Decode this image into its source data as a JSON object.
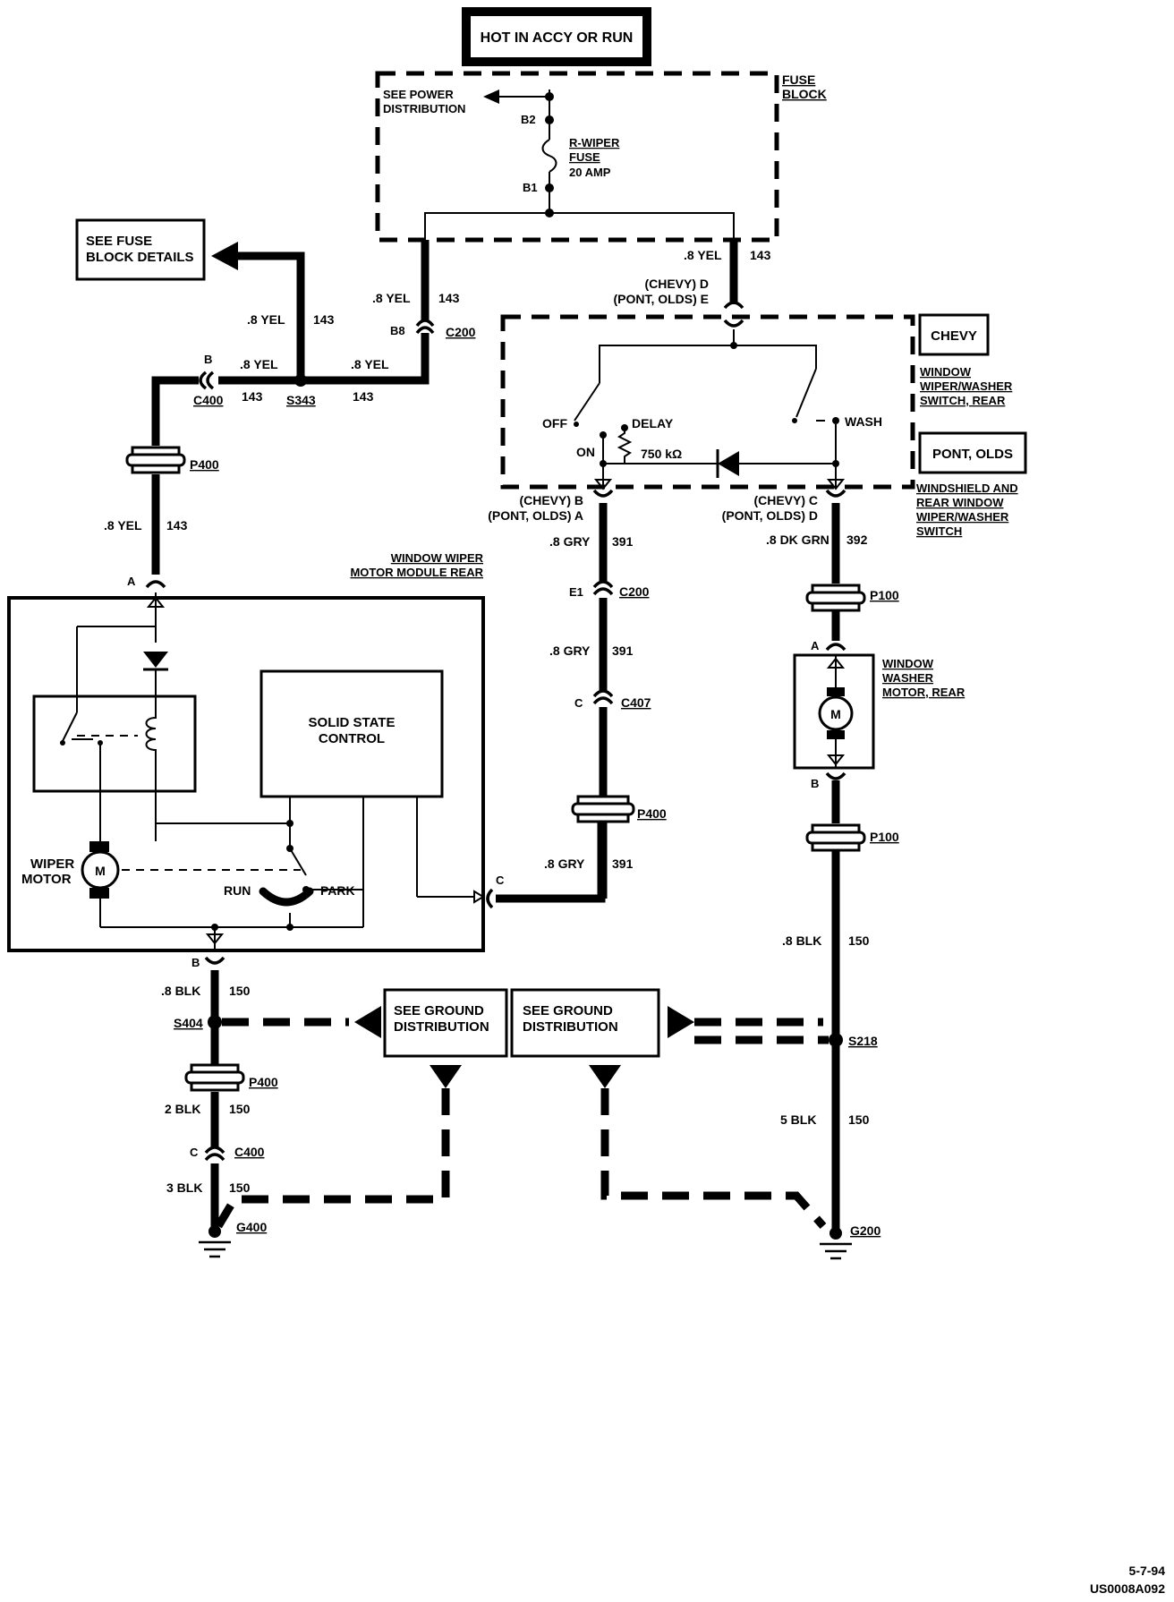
{
  "title": "HOT IN ACCY OR RUN",
  "fuse_block": {
    "label": [
      "FUSE",
      "BLOCK"
    ],
    "see_power": [
      "SEE POWER",
      "DISTRIBUTION"
    ],
    "terminal_b2": "B2",
    "terminal_b1": "B1",
    "fuse_label": [
      "R-WIPER",
      "FUSE",
      "20 AMP"
    ]
  },
  "see_fuse_block": [
    "SEE FUSE",
    "BLOCK DETAILS"
  ],
  "wires": {
    "yel_size": ".8 YEL",
    "yel_circuit": "143",
    "gry_size": ".8 GRY",
    "gry_circuit": "391",
    "dkgrn_size": ".8 DK GRN",
    "dkgrn_circuit": "392",
    "blk8_size": ".8 BLK",
    "blk_circuit": "150",
    "blk2_size": "2 BLK",
    "blk3_size": "3 BLK",
    "blk5_size": "5 BLK"
  },
  "connectors": {
    "c200": "C200",
    "c400": "C400",
    "c407": "C407",
    "p400": "P400",
    "p100": "P100",
    "s343": "S343",
    "s404": "S404",
    "s218": "S218",
    "g400": "G400",
    "g200": "G200"
  },
  "pins": {
    "b8": "B8",
    "b": "B",
    "a": "A",
    "c": "C",
    "e1": "E1"
  },
  "switch": {
    "pin_top": [
      "(CHEVY)  D",
      "(PONT, OLDS)  E"
    ],
    "pin_left": [
      "(CHEVY)  B",
      "(PONT, OLDS)  A"
    ],
    "pin_right": [
      "(CHEVY)  C",
      "(PONT, OLDS)  D"
    ],
    "off": "OFF",
    "on": "ON",
    "delay": "DELAY",
    "wash": "WASH",
    "resistor": "750 kΩ",
    "chevy_box": "CHEVY",
    "chevy_desc": [
      "WINDOW",
      "WIPER/WASHER",
      "SWITCH, REAR"
    ],
    "pont_box": "PONT, OLDS",
    "pont_desc": [
      "WINDSHIELD  AND",
      "REAR  WINDOW",
      "WIPER/WASHER",
      "SWITCH"
    ]
  },
  "wiper_module": {
    "label": [
      "WINDOW  WIPER",
      "MOTOR  MODULE  REAR"
    ],
    "solid_state": [
      "SOLID STATE",
      "CONTROL"
    ],
    "wiper_motor": [
      "WIPER",
      "MOTOR"
    ],
    "motor_symbol": "M",
    "run": "RUN",
    "park": "PARK"
  },
  "washer_motor": {
    "label": [
      "WINDOW",
      "WASHER",
      "MOTOR, REAR"
    ],
    "motor_symbol": "M"
  },
  "ground_dist": [
    "SEE GROUND",
    "DISTRIBUTION"
  ],
  "footer": [
    "5-7-94",
    "US0008A092"
  ]
}
